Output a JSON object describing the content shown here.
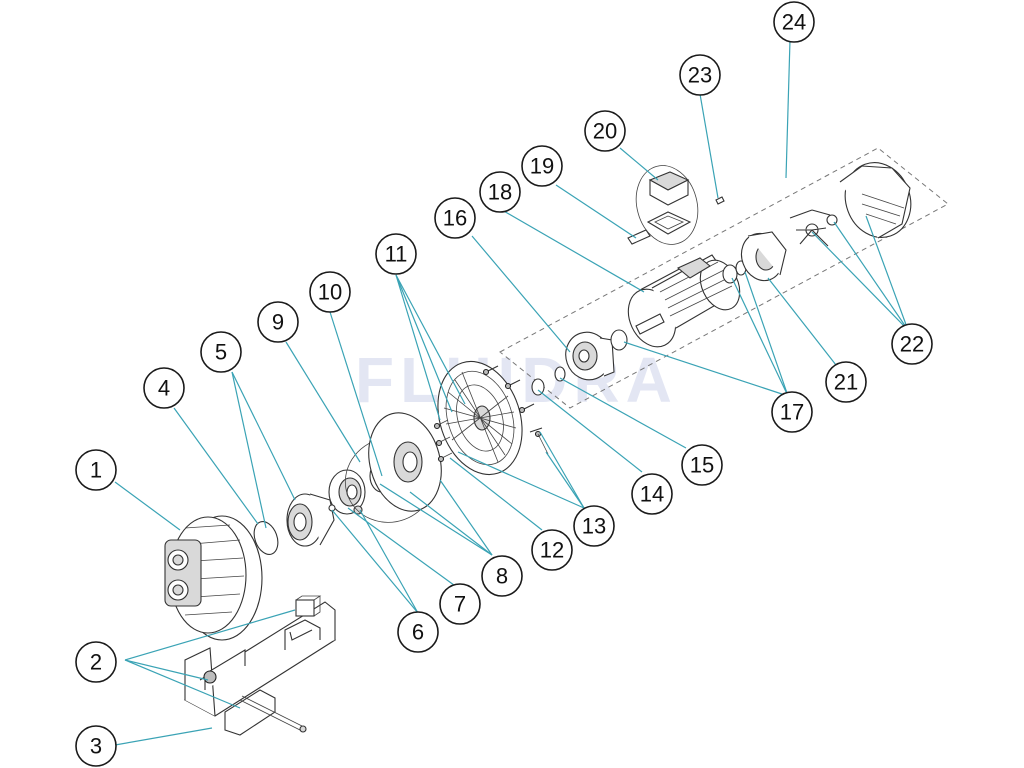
{
  "watermark": "FLUIDRA",
  "callouts": [
    {
      "id": "1",
      "label": "1"
    },
    {
      "id": "2",
      "label": "2"
    },
    {
      "id": "3",
      "label": "3"
    },
    {
      "id": "4",
      "label": "4"
    },
    {
      "id": "5",
      "label": "5"
    },
    {
      "id": "6",
      "label": "6"
    },
    {
      "id": "7",
      "label": "7"
    },
    {
      "id": "8",
      "label": "8"
    },
    {
      "id": "9",
      "label": "9"
    },
    {
      "id": "10",
      "label": "10"
    },
    {
      "id": "11",
      "label": "11"
    },
    {
      "id": "12",
      "label": "12"
    },
    {
      "id": "13",
      "label": "13"
    },
    {
      "id": "14",
      "label": "14"
    },
    {
      "id": "15",
      "label": "15"
    },
    {
      "id": "16",
      "label": "16"
    },
    {
      "id": "17",
      "label": "17"
    },
    {
      "id": "18",
      "label": "18"
    },
    {
      "id": "19",
      "label": "19"
    },
    {
      "id": "20",
      "label": "20"
    },
    {
      "id": "21",
      "label": "21"
    },
    {
      "id": "22",
      "label": "22"
    },
    {
      "id": "23",
      "label": "23"
    },
    {
      "id": "24",
      "label": "24"
    }
  ],
  "colors": {
    "leader": "#3aa3b5",
    "outline": "#333333"
  }
}
